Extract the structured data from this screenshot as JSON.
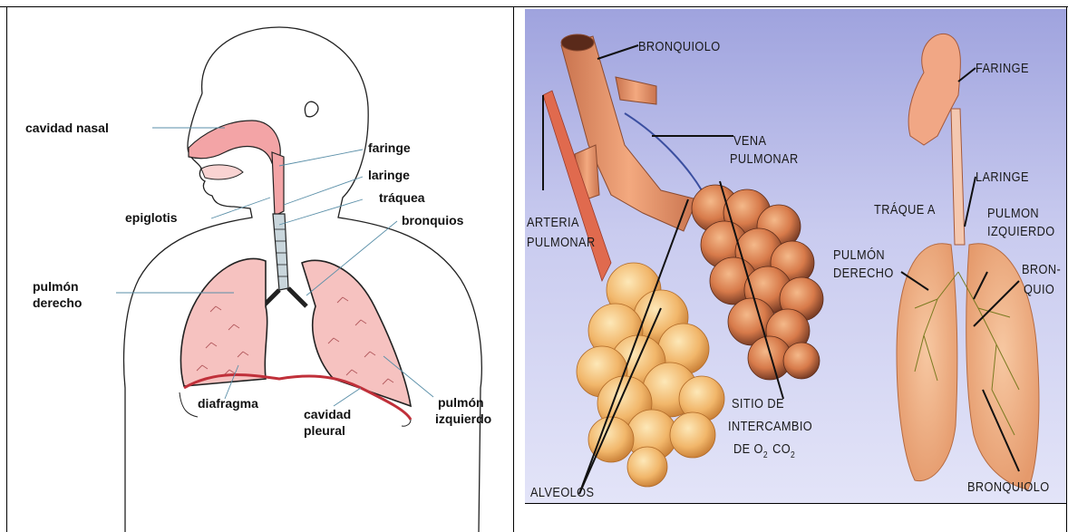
{
  "left_diagram": {
    "labels": {
      "nasal": "cavidad nasal",
      "faringe": "faringe",
      "laringe": "laringe",
      "traquea": "tráquea",
      "epiglotis": "epiglotis",
      "bronquios": "bronquios",
      "pulmon_derecho_1": "pulmón",
      "pulmon_derecho_2": "derecho",
      "diafragma": "diafragma",
      "cavidad_pleural_1": "cavidad",
      "cavidad_pleural_2": "pleural",
      "pulmon_izquierdo_1": "pulmón",
      "pulmon_izquierdo_2": "izquierdo"
    }
  },
  "right_diagram": {
    "labels": {
      "bronquiolo_top": "BRONQUIOLO",
      "vena_1": "VENA",
      "vena_2": "PULMONAR",
      "arteria_1": "ARTERIA",
      "arteria_2": "PULMONAR",
      "sitio_1": "SITIO DE",
      "sitio_2": "INTERCAMBIO",
      "sitio_3": "DE O",
      "sitio_sub1": "2",
      "sitio_co": "CO",
      "sitio_sub2": "2",
      "alveolos": "ALVEOLOS",
      "faringe": "FARINGE",
      "laringe": "LARINGE",
      "traquea": "TRÁQUE A",
      "pulmon_izq_1": "PULMON",
      "pulmon_izq_2": "IZQUIERDO",
      "pulmon_der_1": "PULMÓN",
      "pulmon_der_2": "DERECHO",
      "bronquio_1": "BRON-",
      "bronquio_2": "QUIO",
      "bronquiolo_bottom": "BRONQUIOLO"
    }
  }
}
